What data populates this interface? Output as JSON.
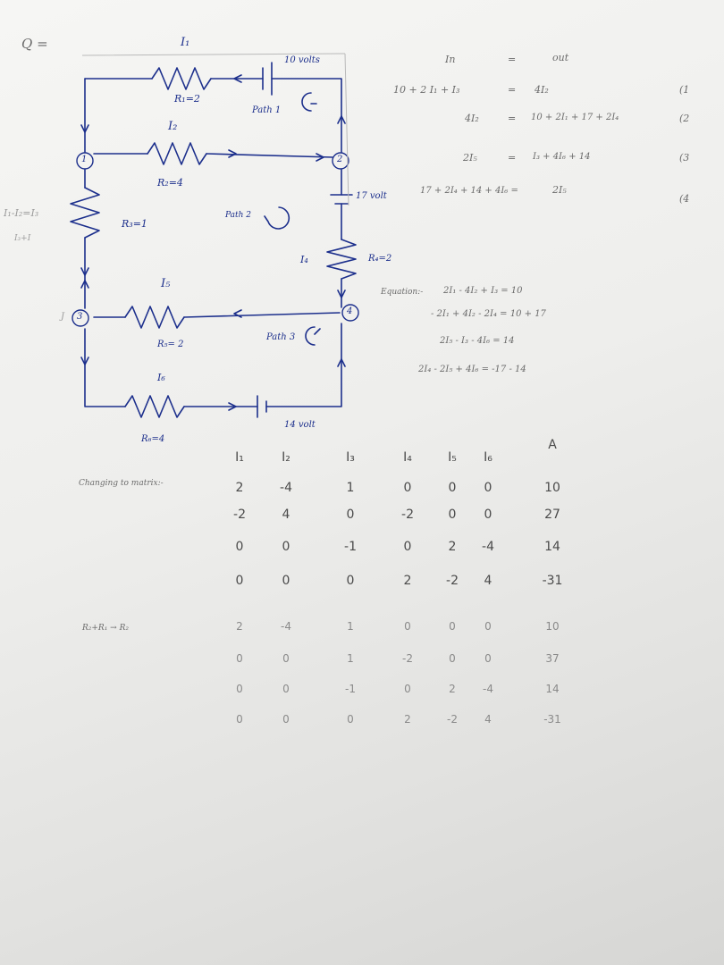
{
  "header": {
    "q_label": "Q ="
  },
  "circuit": {
    "i1": "I₁",
    "r1": "R₁=2",
    "v10": "10 volts",
    "path1": "Path 1",
    "i2": "I₂",
    "r2": "R₂=4",
    "node1": "1",
    "node2": "2",
    "node3": "3",
    "node4": "4",
    "v17": "17 volt",
    "r3": "R₃=1",
    "side_left": "I₁-I₂=I₃",
    "side_left2": "I₃+I",
    "path2": "Path 2",
    "i4": "I₄",
    "r4": "R₄=2",
    "i5": "I₅",
    "r5": "R₅= 2",
    "path3": "Path 3",
    "i6": "I₆",
    "v14": "14 volt",
    "r6": "R₆=4",
    "node3_prefix": "J"
  },
  "kcl": {
    "col_in": "In",
    "col_eq": "=",
    "col_out": "out",
    "rows": [
      {
        "lhs": "10 + 2 I₁ + I₃",
        "eq": "=",
        "rhs": "4I₂",
        "num": "(1"
      },
      {
        "lhs": "4I₂",
        "eq": "=",
        "rhs": "10 + 2I₁ + 17 + 2I₄",
        "num": "(2"
      },
      {
        "lhs": "2I₅",
        "eq": "=",
        "rhs": "I₃ + 4I₆ + 14",
        "num": "(3"
      },
      {
        "lhs": "17 + 2I₄ + 14 + 4I₆ =",
        "eq": "",
        "rhs": "2I₅",
        "num": "(4"
      }
    ]
  },
  "equations": {
    "label": "Equation:-",
    "lines": [
      "2I₁ - 4I₂ + I₃  = 10",
      "- 2I₁ + 4I₂ - 2I₄  = 10 + 17",
      "2I₅ - I₃  - 4I₆  = 14",
      "2I₄ - 2I₅  + 4I₆ = -17 - 14"
    ]
  },
  "matrix": {
    "label": "Changing to matrix:-",
    "headers": [
      "I₁",
      "I₂",
      "I₃",
      "I₄",
      "I₅",
      "I₆",
      "A"
    ],
    "rows": [
      [
        "2",
        "-4",
        "1",
        "0",
        "0",
        "0",
        "10"
      ],
      [
        "-2",
        "4",
        "0",
        "-2",
        "0",
        "0",
        "27"
      ],
      [
        "0",
        "0",
        "-1",
        "0",
        "2",
        "-4",
        "14"
      ],
      [
        "0",
        "0",
        "0",
        "2",
        "-2",
        "4",
        "-31"
      ]
    ]
  },
  "reduced": {
    "label": "R₂+R₁ → R₂",
    "rows": [
      [
        "2",
        "-4",
        "1",
        "0",
        "0",
        "0",
        "10"
      ],
      [
        "0",
        "0",
        "1",
        "-2",
        "0",
        "0",
        "37"
      ],
      [
        "0",
        "0",
        "-1",
        "0",
        "2",
        "-4",
        "14"
      ],
      [
        "0",
        "0",
        "0",
        "2",
        "-2",
        "4",
        "-31"
      ]
    ]
  }
}
